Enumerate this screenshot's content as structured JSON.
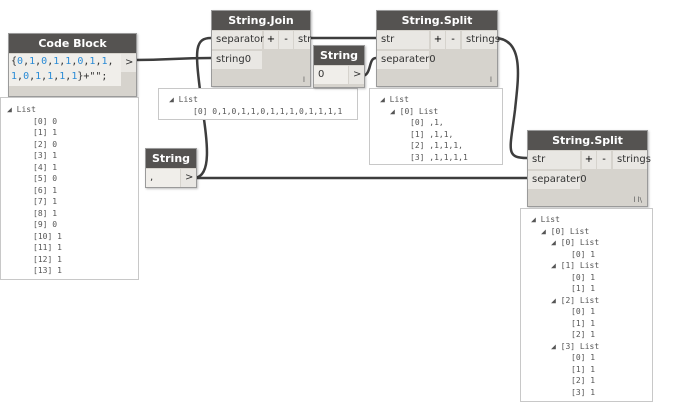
{
  "code_block": {
    "title": "Code Block",
    "line1_tokens": [
      "{",
      "0",
      ",",
      "1",
      ",",
      "0",
      ",",
      "1",
      ",",
      "1",
      ",",
      "0",
      ",",
      "1",
      ",",
      "1",
      ","
    ],
    "line2_tokens": [
      "1",
      ",",
      "0",
      ",",
      "1",
      ",",
      "1",
      ",",
      "1",
      ",",
      "1",
      "}+\"\";"
    ],
    "output": ">"
  },
  "left_watch": {
    "header": "List",
    "items": [
      "[0] 0",
      "[1] 1",
      "[2] 0",
      "[3] 1",
      "[4] 1",
      "[5] 0",
      "[6] 1",
      "[7] 1",
      "[8] 1",
      "[9] 0",
      "[10] 1",
      "[11] 1",
      "[12] 1",
      "[13] 1"
    ]
  },
  "string_join": {
    "title": "String.Join",
    "inputs": [
      "separator",
      "string0"
    ],
    "output": "str",
    "plus": "+",
    "minus": "-",
    "corner": "l"
  },
  "join_watch": {
    "header": "List",
    "items": [
      "[0] 0,1,0,1,1,0,1,1,1,0,1,1,1,1"
    ]
  },
  "string_zero": {
    "title": "String",
    "value": "0",
    "output": ">"
  },
  "string_comma": {
    "title": "String",
    "value": ",",
    "output": ">"
  },
  "split1": {
    "title": "String.Split",
    "inputs": [
      "str",
      "separater0"
    ],
    "output": "strings",
    "plus": "+",
    "minus": "-",
    "corner": "l"
  },
  "split1_watch": {
    "lines": [
      "List",
      "  [0] List",
      "      [0] ,1,",
      "      [1] ,1,1,",
      "      [2] ,1,1,1,",
      "      [3] ,1,1,1,1"
    ]
  },
  "split2": {
    "title": "String.Split",
    "inputs": [
      "str",
      "separater0"
    ],
    "output": "strings",
    "plus": "+",
    "minus": "-",
    "corner": "l l\\"
  },
  "split2_watch": {
    "lines": [
      "List",
      "  [0] List",
      "    [0] List",
      "        [0] 1",
      "    [1] List",
      "        [0] 1",
      "        [1] 1",
      "    [2] List",
      "        [0] 1",
      "        [1] 1",
      "        [2] 1",
      "    [3] List",
      "        [0] 1",
      "        [1] 1",
      "        [2] 1",
      "        [3] 1"
    ]
  },
  "colors": {
    "header": "#555351",
    "body": "#d6d3cd",
    "number": "#2a8bd6"
  }
}
